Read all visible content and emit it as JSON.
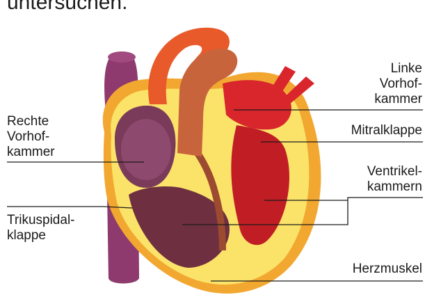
{
  "top_text": "untersuchen.",
  "labels": {
    "linke_vorhofkammer": "Linke\nVorhof-\nkammer",
    "mitralklappe": "Mitralklappe",
    "rechte_vorhofkammer": "Rechte\nVorhof-\nkammer",
    "ventrikelkammern": "Ventrikel-\nkammern",
    "trikuspidalklappe": "Trikuspidal-\nklappe",
    "herzmuskel": "Herzmuskel"
  },
  "colors": {
    "leader_line": "#1a1a1a",
    "vessel_left": "#8e3a6e",
    "aorta": "#e85a2a",
    "pulmonary": "#c8643c",
    "heart_wall": "#f2a830",
    "heart_wall_inner": "#fbe36a",
    "left_chamber": "#d8262c",
    "right_chamber": "#7a3a5a"
  }
}
